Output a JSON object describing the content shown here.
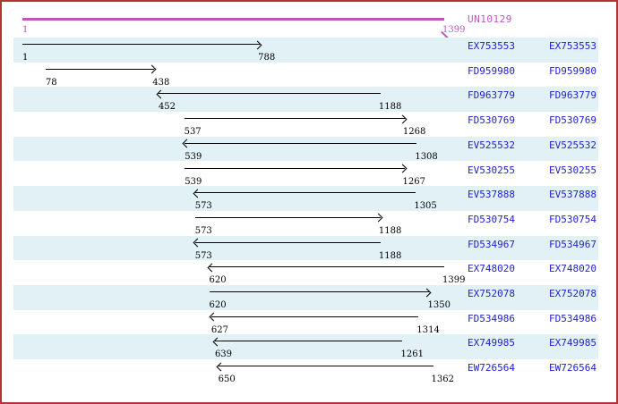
{
  "consensus": {
    "label": "UN10129",
    "start": "1",
    "end": "1399",
    "start_value": 1,
    "end_value": 1399,
    "direction": "right"
  },
  "rows": [
    {
      "accession": "EX753553",
      "start": 1,
      "end": 788,
      "direction": "right"
    },
    {
      "accession": "FD959980",
      "start": 78,
      "end": 438,
      "direction": "right"
    },
    {
      "accession": "FD963779",
      "start": 452,
      "end": 1188,
      "direction": "left"
    },
    {
      "accession": "FD530769",
      "start": 537,
      "end": 1268,
      "direction": "right"
    },
    {
      "accession": "EV525532",
      "start": 539,
      "end": 1308,
      "direction": "left"
    },
    {
      "accession": "EV530255",
      "start": 539,
      "end": 1267,
      "direction": "right"
    },
    {
      "accession": "EV537888",
      "start": 573,
      "end": 1305,
      "direction": "left"
    },
    {
      "accession": "FD530754",
      "start": 573,
      "end": 1188,
      "direction": "right"
    },
    {
      "accession": "FD534967",
      "start": 573,
      "end": 1188,
      "direction": "left"
    },
    {
      "accession": "EX748020",
      "start": 620,
      "end": 1399,
      "direction": "left"
    },
    {
      "accession": "EX752078",
      "start": 620,
      "end": 1350,
      "direction": "right"
    },
    {
      "accession": "FD534986",
      "start": 627,
      "end": 1314,
      "direction": "left"
    },
    {
      "accession": "EX749985",
      "start": 639,
      "end": 1261,
      "direction": "left"
    },
    {
      "accession": "EW726564",
      "start": 650,
      "end": 1362,
      "direction": "left"
    }
  ],
  "colors": {
    "consensus": "#bd57bd",
    "accession_link": "#2222cc",
    "row_stripe": "#e2f1f5",
    "frame_border": "#b23535",
    "sequence_arrow": "#000000",
    "coordinate_text": "#000000"
  }
}
